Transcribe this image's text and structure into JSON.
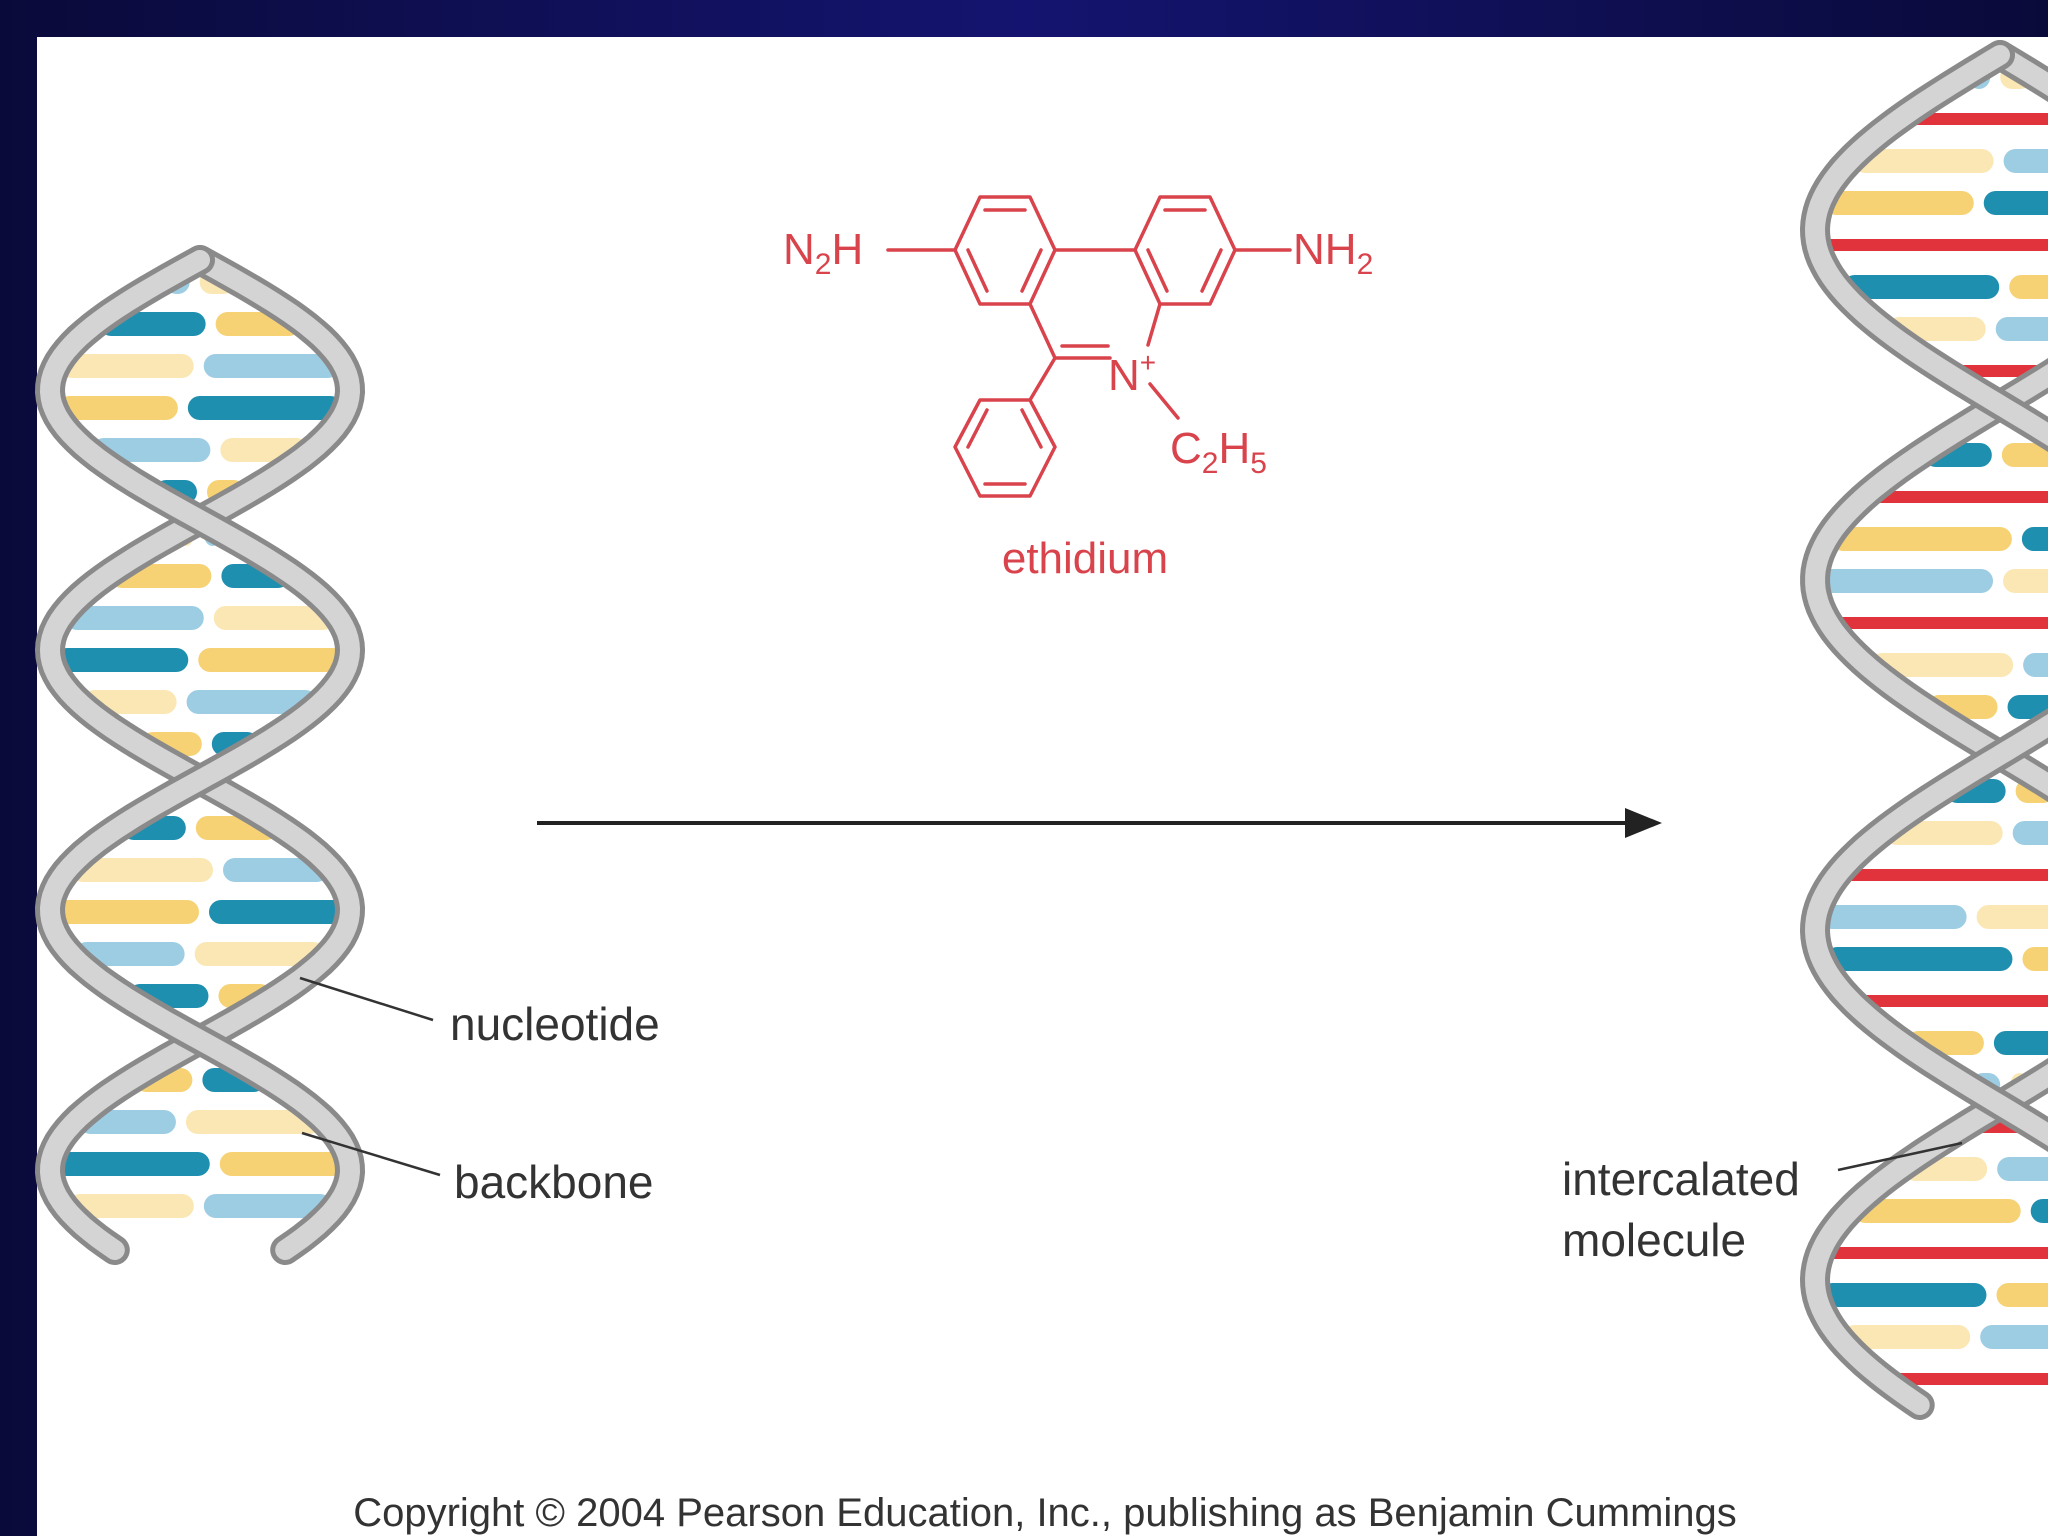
{
  "colors": {
    "backbone_light": "#d4d4d4",
    "backbone_dark": "#8a8a8a",
    "base_dark_blue": "#1f8fb0",
    "base_light_blue": "#9dcde3",
    "base_yellow": "#f6d274",
    "base_cream": "#fbe7b4",
    "intercalator_red": "#e0333c",
    "molecule_red": "#d9434c",
    "label_text": "#333333",
    "arrow": "#222222"
  },
  "molecule": {
    "name": "ethidium",
    "left_group_main": "N",
    "left_group_sub": "2",
    "left_group_tail": "H",
    "right_group_main": "NH",
    "right_group_sub": "2",
    "nitrogen": "N",
    "charge": "+",
    "ethyl_c": "C",
    "ethyl_c_sub": "2",
    "ethyl_h": "H",
    "ethyl_h_sub": "5"
  },
  "labels": {
    "nucleotide": "nucleotide",
    "backbone": "backbone",
    "intercalated_line1": "intercalated",
    "intercalated_line2": "molecule"
  },
  "footer": {
    "copyright": "Copyright © 2004 Pearson Education, Inc., publishing as Benjamin Cummings"
  }
}
